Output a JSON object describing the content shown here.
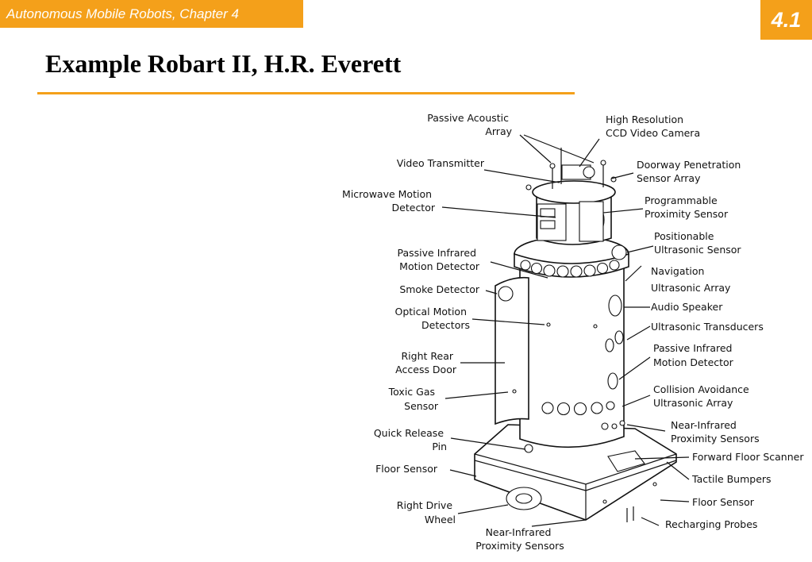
{
  "header": {
    "course": "Autonomous Mobile Robots, Chapter 4",
    "slide_number": "4.1",
    "title": "Example Robart II, H.R. Everett"
  },
  "labels": {
    "passive_acoustic_array": [
      "Passive Acoustic",
      "Array"
    ],
    "high_res_camera": [
      "High Resolution",
      "CCD Video Camera"
    ],
    "video_transmitter": [
      "Video Transmitter"
    ],
    "doorway_sensor": [
      "Doorway Penetration",
      "Sensor Array"
    ],
    "microwave_detector": [
      "Microwave Motion",
      "Detector"
    ],
    "programmable_proximity": [
      "Programmable",
      "Proximity Sensor"
    ],
    "positionable_ultrasonic": [
      "Positionable",
      "Ultrasonic Sensor"
    ],
    "passive_ir_top": [
      "Passive Infrared",
      "Motion Detector"
    ],
    "navigation_array": [
      "Navigation",
      "Ultrasonic Array"
    ],
    "smoke_detector": [
      "Smoke Detector"
    ],
    "audio_speaker": [
      "Audio Speaker"
    ],
    "optical_motion": [
      "Optical Motion",
      "Detectors"
    ],
    "ultrasonic_transducers": [
      "Ultrasonic Transducers"
    ],
    "right_rear_door": [
      "Right Rear",
      "Access Door"
    ],
    "passive_ir_front": [
      "Passive Infrared",
      "Motion Detector"
    ],
    "toxic_gas": [
      "Toxic Gas",
      "Sensor"
    ],
    "collision_avoidance": [
      "Collision Avoidance",
      "Ultrasonic Array"
    ],
    "near_ir_right": [
      "Near-Infrared",
      "Proximity Sensors"
    ],
    "quick_release": [
      "Quick Release",
      "Pin"
    ],
    "forward_floor_scanner": [
      "Forward Floor Scanner"
    ],
    "floor_sensor_left": [
      "Floor Sensor"
    ],
    "tactile_bumpers": [
      "Tactile Bumpers"
    ],
    "right_drive_wheel": [
      "Right Drive",
      "Wheel"
    ],
    "floor_sensor_right": [
      "Floor Sensor"
    ],
    "recharging_probes": [
      "Recharging Probes"
    ],
    "near_ir_bottom": [
      "Near-Infrared",
      "Proximity Sensors"
    ]
  }
}
